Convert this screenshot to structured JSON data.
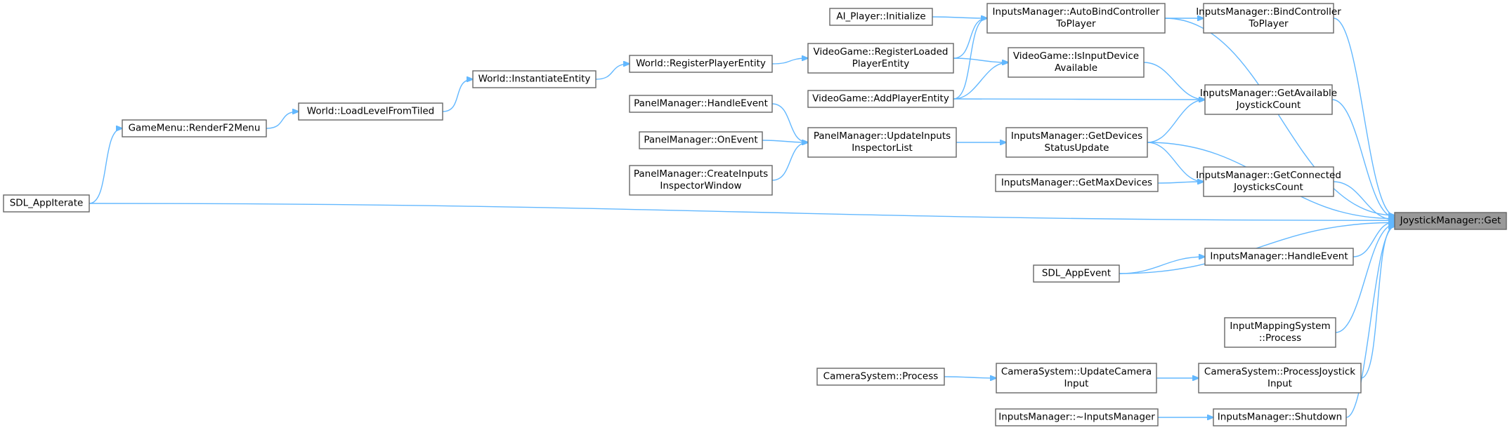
{
  "diagram": {
    "root": "joystickmanager-get",
    "colors": {
      "edge": "#63b8ff",
      "node_border": "#666666",
      "root_fill": "#999999",
      "node_fill": "#ffffff"
    },
    "nodes": [
      {
        "id": "joystickmanager-get",
        "lines": [
          "JoystickManager::Get"
        ],
        "root": true
      },
      {
        "id": "inputsmanager-autobindcontrollertoplayer",
        "lines": [
          "InputsManager::AutoBindController",
          "ToPlayer"
        ]
      },
      {
        "id": "inputsmanager-bindcontrollertoplayer",
        "lines": [
          "InputsManager::BindController",
          "ToPlayer"
        ]
      },
      {
        "id": "ai-player-initialize",
        "lines": [
          "AI_Player::Initialize"
        ]
      },
      {
        "id": "videogame-registerloadedplayerentity",
        "lines": [
          "VideoGame::RegisterLoaded",
          "PlayerEntity"
        ]
      },
      {
        "id": "videogame-isinputdeviceavailable",
        "lines": [
          "VideoGame::IsInputDevice",
          "Available"
        ]
      },
      {
        "id": "videogame-addplayerentity",
        "lines": [
          "VideoGame::AddPlayerEntity"
        ]
      },
      {
        "id": "inputsmanager-getavailablejoystickcount",
        "lines": [
          "InputsManager::GetAvailable",
          "JoystickCount"
        ]
      },
      {
        "id": "world-registerplayerentity",
        "lines": [
          "World::RegisterPlayerEntity"
        ]
      },
      {
        "id": "world-instantiateentity",
        "lines": [
          "World::InstantiateEntity"
        ]
      },
      {
        "id": "world-loadlevelfromtiled",
        "lines": [
          "World::LoadLevelFromTiled"
        ]
      },
      {
        "id": "gamemenu-renderf2menu",
        "lines": [
          "GameMenu::RenderF2Menu"
        ]
      },
      {
        "id": "sdl-appiterate",
        "lines": [
          "SDL_AppIterate"
        ]
      },
      {
        "id": "panelmanager-handleevent",
        "lines": [
          "PanelManager::HandleEvent"
        ]
      },
      {
        "id": "panelmanager-onevent",
        "lines": [
          "PanelManager::OnEvent"
        ]
      },
      {
        "id": "panelmanager-createinputsinspectorwindow",
        "lines": [
          "PanelManager::CreateInputs",
          "InspectorWindow"
        ]
      },
      {
        "id": "panelmanager-updateinputsinspectorlist",
        "lines": [
          "PanelManager::UpdateInputs",
          "InspectorList"
        ]
      },
      {
        "id": "inputsmanager-getdevicesstatusupdate",
        "lines": [
          "InputsManager::GetDevices",
          "StatusUpdate"
        ]
      },
      {
        "id": "inputsmanager-getmaxdevices",
        "lines": [
          "InputsManager::GetMaxDevices"
        ]
      },
      {
        "id": "inputsmanager-getconnectedjoystickscount",
        "lines": [
          "InputsManager::GetConnected",
          "JoysticksCount"
        ]
      },
      {
        "id": "inputsmanager-handleevent",
        "lines": [
          "InputsManager::HandleEvent"
        ]
      },
      {
        "id": "sdl-appevent",
        "lines": [
          "SDL_AppEvent"
        ]
      },
      {
        "id": "inputmappingsystem-process",
        "lines": [
          "InputMappingSystem",
          "::Process"
        ]
      },
      {
        "id": "camerasystem-process",
        "lines": [
          "CameraSystem::Process"
        ]
      },
      {
        "id": "camerasystem-updatecamerainput",
        "lines": [
          "CameraSystem::UpdateCamera",
          "Input"
        ]
      },
      {
        "id": "camerasystem-processjoystickinput",
        "lines": [
          "CameraSystem::ProcessJoystick",
          "Input"
        ]
      },
      {
        "id": "inputsmanager-destructor",
        "lines": [
          "InputsManager::~InputsManager"
        ]
      },
      {
        "id": "inputsmanager-shutdown",
        "lines": [
          "InputsManager::Shutdown"
        ]
      }
    ],
    "edges": [
      {
        "from": "inputsmanager-bindcontrollertoplayer",
        "to": "joystickmanager-get"
      },
      {
        "from": "inputsmanager-autobindcontrollertoplayer",
        "to": "joystickmanager-get"
      },
      {
        "from": "inputsmanager-getavailablejoystickcount",
        "to": "joystickmanager-get"
      },
      {
        "from": "inputsmanager-getdevicesstatusupdate",
        "to": "joystickmanager-get"
      },
      {
        "from": "inputsmanager-getconnectedjoystickscount",
        "to": "joystickmanager-get"
      },
      {
        "from": "sdl-appiterate",
        "to": "joystickmanager-get"
      },
      {
        "from": "inputsmanager-handleevent",
        "to": "joystickmanager-get"
      },
      {
        "from": "sdl-appevent",
        "to": "joystickmanager-get"
      },
      {
        "from": "inputmappingsystem-process",
        "to": "joystickmanager-get"
      },
      {
        "from": "camerasystem-processjoystickinput",
        "to": "joystickmanager-get"
      },
      {
        "from": "inputsmanager-shutdown",
        "to": "joystickmanager-get"
      },
      {
        "from": "inputsmanager-autobindcontrollertoplayer",
        "to": "inputsmanager-bindcontrollertoplayer"
      },
      {
        "from": "ai-player-initialize",
        "to": "inputsmanager-autobindcontrollertoplayer"
      },
      {
        "from": "videogame-registerloadedplayerentity",
        "to": "inputsmanager-autobindcontrollertoplayer"
      },
      {
        "from": "videogame-addplayerentity",
        "to": "inputsmanager-autobindcontrollertoplayer"
      },
      {
        "from": "world-registerplayerentity",
        "to": "videogame-registerloadedplayerentity"
      },
      {
        "from": "world-instantiateentity",
        "to": "world-registerplayerentity"
      },
      {
        "from": "world-loadlevelfromtiled",
        "to": "world-instantiateentity"
      },
      {
        "from": "gamemenu-renderf2menu",
        "to": "world-loadlevelfromtiled"
      },
      {
        "from": "sdl-appiterate",
        "to": "gamemenu-renderf2menu"
      },
      {
        "from": "videogame-isinputdeviceavailable",
        "to": "inputsmanager-getavailablejoystickcount"
      },
      {
        "from": "videogame-registerloadedplayerentity",
        "to": "videogame-isinputdeviceavailable"
      },
      {
        "from": "videogame-addplayerentity",
        "to": "videogame-isinputdeviceavailable"
      },
      {
        "from": "videogame-addplayerentity",
        "to": "inputsmanager-getavailablejoystickcount"
      },
      {
        "from": "inputsmanager-getdevicesstatusupdate",
        "to": "inputsmanager-getavailablejoystickcount"
      },
      {
        "from": "inputsmanager-getdevicesstatusupdate",
        "to": "inputsmanager-getconnectedjoystickscount"
      },
      {
        "from": "panelmanager-updateinputsinspectorlist",
        "to": "inputsmanager-getdevicesstatusupdate"
      },
      {
        "from": "panelmanager-handleevent",
        "to": "panelmanager-updateinputsinspectorlist"
      },
      {
        "from": "panelmanager-onevent",
        "to": "panelmanager-updateinputsinspectorlist"
      },
      {
        "from": "panelmanager-createinputsinspectorwindow",
        "to": "panelmanager-updateinputsinspectorlist"
      },
      {
        "from": "inputsmanager-getmaxdevices",
        "to": "inputsmanager-getconnectedjoystickscount"
      },
      {
        "from": "sdl-appevent",
        "to": "inputsmanager-handleevent"
      },
      {
        "from": "camerasystem-process",
        "to": "camerasystem-updatecamerainput"
      },
      {
        "from": "camerasystem-updatecamerainput",
        "to": "camerasystem-processjoystickinput"
      },
      {
        "from": "inputsmanager-destructor",
        "to": "inputsmanager-shutdown"
      }
    ]
  }
}
